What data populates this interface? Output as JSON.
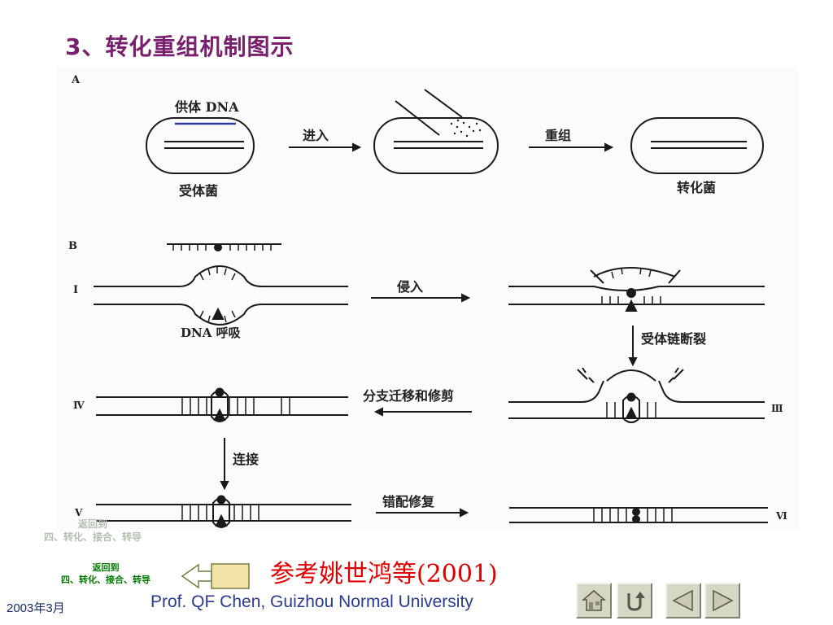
{
  "title": "3、转化重组机制图示",
  "figure": {
    "panel_a": {
      "label": "A",
      "donor_dna": "供体 DNA",
      "recipient": "受体菌",
      "enter": "进入",
      "recombine": "重组",
      "transformant": "转化菌"
    },
    "panel_b": {
      "label": "B",
      "stage_1": "I",
      "stage_3": "Ⅲ",
      "stage_4": "Ⅳ",
      "stage_5": "V",
      "stage_6": "Ⅵ",
      "dna_breathing": "DNA  呼吸",
      "invasion": "侵入",
      "recipient_break": "受体链断裂",
      "branch_migration": "分支迁移和修剪",
      "ligation": "连接",
      "mismatch_repair": "错配修复"
    }
  },
  "nav": {
    "return_top_line1": "返回到",
    "return_top_line2": "四、转化、接合、转导",
    "return_bottom_line1": "返回到",
    "return_bottom_line2": "四、转化、接合、转导"
  },
  "reference": "参考姚世鸿等(2001)",
  "footer": {
    "date": "2003年3月",
    "author": "Prof. QF Chen, Guizhou Normal University"
  },
  "buttons": [
    "home-icon",
    "return-icon",
    "previous-icon",
    "next-icon"
  ]
}
